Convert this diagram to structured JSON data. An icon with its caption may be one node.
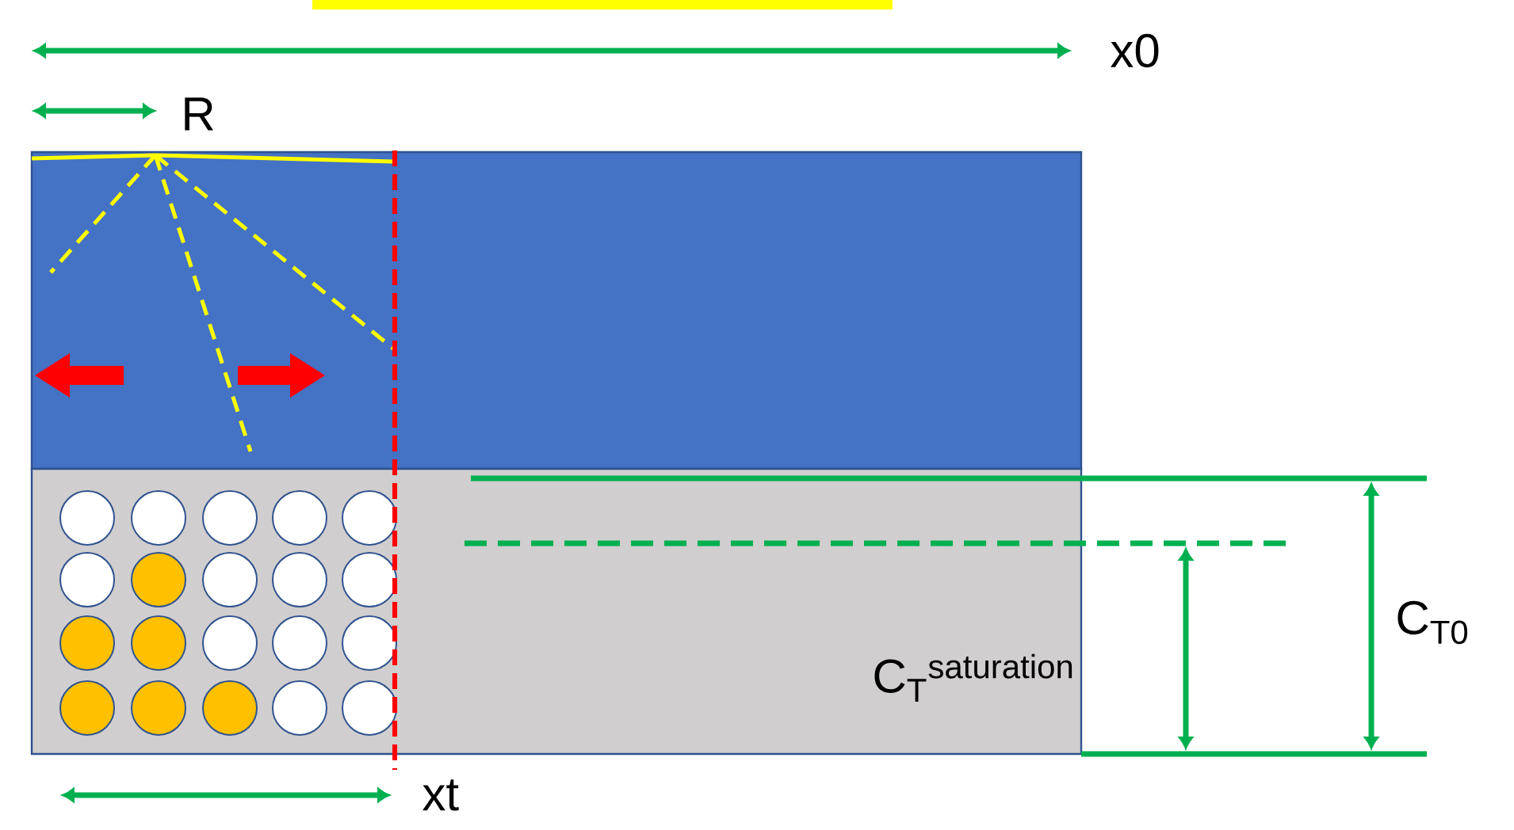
{
  "diagram": {
    "labels": [
      "x0",
      "R",
      "C$_{T0}$",
      "C$_{T}$$^{saturation}$",
      "xt"
    ]
  }
}
